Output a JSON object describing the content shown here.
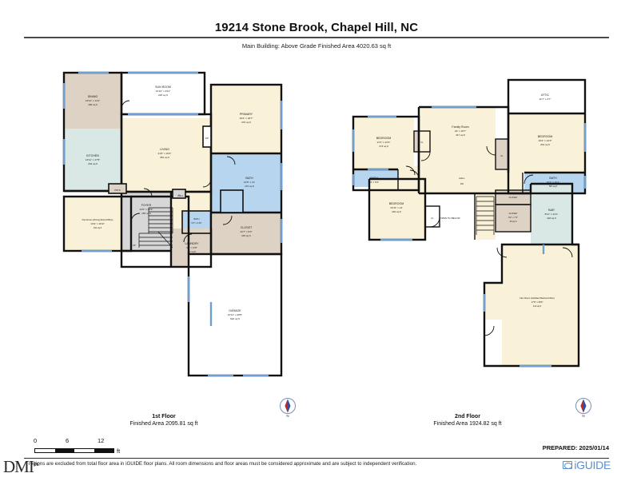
{
  "header": {
    "title": "19214 Stone Brook, Chapel Hill, NC",
    "subtitle": "Main Building: Above Grade Finished Area 4020.63 sq ft"
  },
  "floor1": {
    "caption_name": "1st Floor",
    "caption_area": "Finished Area 2095.81 sq ft",
    "rooms": [
      {
        "name": "DINING",
        "dim": "13'11\" x 14'1\"",
        "area": "196 sq ft"
      },
      {
        "name": "KITCHEN",
        "dim": "13'11\" x 17'5\"",
        "area": "232 sq ft"
      },
      {
        "name": "SUN ROOM",
        "dim": "21'10\" x 9'11\"",
        "area": "216 sq ft"
      },
      {
        "name": "LIVING",
        "dim": "21'6\" x 16'4\"",
        "area": "351 sq ft"
      },
      {
        "name": "PRIMARY",
        "dim": "16'4\" x 18'7\"",
        "area": "276 sq ft"
      },
      {
        "name": "BATH",
        "dim": "12'6\" x 14'",
        "area": "172 sq ft"
      },
      {
        "name": "CLOSET",
        "dim": "12'7\" x 9'3\"",
        "area": "115 sq ft"
      },
      {
        "name": "FOYER",
        "dim": "12'6\" x 13'9\"",
        "area": "155 sq ft"
      },
      {
        "name": "LAUNDRY",
        "dim": "9'1\" x 9'8\"",
        "area": "80 sq ft"
      },
      {
        "name": "GARAGE",
        "dim": "21'11\" x 28'5\"",
        "area": "622 sq ft"
      },
      {
        "name": "Flex Room (Dining Room/Office)",
        "dim": "13'11\" x 13'10\"",
        "area": "191 sq ft"
      },
      {
        "name": "BATH",
        "dim": "5'4\" x 4'10\"",
        "area": ""
      },
      {
        "name": "PNTR",
        "dim": "",
        "area": ""
      },
      {
        "name": "HALL",
        "dim": "",
        "area": ""
      },
      {
        "name": "F/P",
        "dim": "",
        "area": ""
      },
      {
        "name": "C",
        "dim": "",
        "area": ""
      },
      {
        "name": "UP",
        "dim": "",
        "area": ""
      }
    ]
  },
  "floor2": {
    "caption_name": "2nd Floor",
    "caption_area": "Finished Area 1924.82 sq ft",
    "rooms": [
      {
        "name": "BEDROOM",
        "dim": "14'1\" x 12'4\"",
        "area": "173 sq ft"
      },
      {
        "name": "Family Room",
        "dim": "22' x 19'7\"",
        "area": "317 sq ft"
      },
      {
        "name": "BEDROOM",
        "dim": "16'4\" x 12'3\"",
        "area": "201 sq ft"
      },
      {
        "name": "ATTIC",
        "dim": "11'7\" x 3'7\"",
        "area": ""
      },
      {
        "name": "BATH",
        "dim": "10' x 5'4\"",
        "area": ""
      },
      {
        "name": "BATH",
        "dim": "10'2\" x 4'11\"",
        "area": "58 sq ft"
      },
      {
        "name": "BEDROOM",
        "dim": "10'11\" x 14'",
        "area": "140 sq ft"
      },
      {
        "name": "CLOSET",
        "dim": "6'2\" x 7'3\"",
        "area": "45 sq ft"
      },
      {
        "name": "BAR",
        "dim": "8'11\" x 14'1\"",
        "area": "118 sq ft"
      },
      {
        "name": "Flex Room (Hobbies/ Bedroom/Den)",
        "dim": "17'8\" x 28'9\"",
        "area": "412 sq ft"
      },
      {
        "name": "OPEN TO BELOW",
        "dim": "",
        "area": ""
      },
      {
        "name": "CLOSET",
        "dim": "",
        "area": ""
      },
      {
        "name": "HALL",
        "dim": "",
        "area": ""
      },
      {
        "name": "DN",
        "dim": "",
        "area": ""
      },
      {
        "name": "CL",
        "dim": "",
        "area": ""
      }
    ]
  },
  "scale": {
    "t0": "0",
    "t6": "6",
    "t12": "12",
    "unit": "ft"
  },
  "compass": {
    "label": "N"
  },
  "footer": {
    "prepared": "PREPARED: 2025/01/14",
    "disclaimer": "regions are excluded from total floor area in iGUIDE floor plans. All room dimensions and floor areas must be considered approximate and are subject to independent verification.",
    "brand_dmi": "DMI",
    "brand_dmi_sub": "inc",
    "brand_iguide": "iGUIDE"
  },
  "colors": {
    "wall": "#111111",
    "living_fill": "#faf2d8",
    "dining_fill": "#ded2c4",
    "kitchen_fill": "#d9e8e4",
    "bath_fill": "#b7d5ef",
    "neutral_fill": "#d7d7d7",
    "white_fill": "#ffffff",
    "window": "#6f9fd0",
    "brand_blue": "#5b8fc9"
  }
}
